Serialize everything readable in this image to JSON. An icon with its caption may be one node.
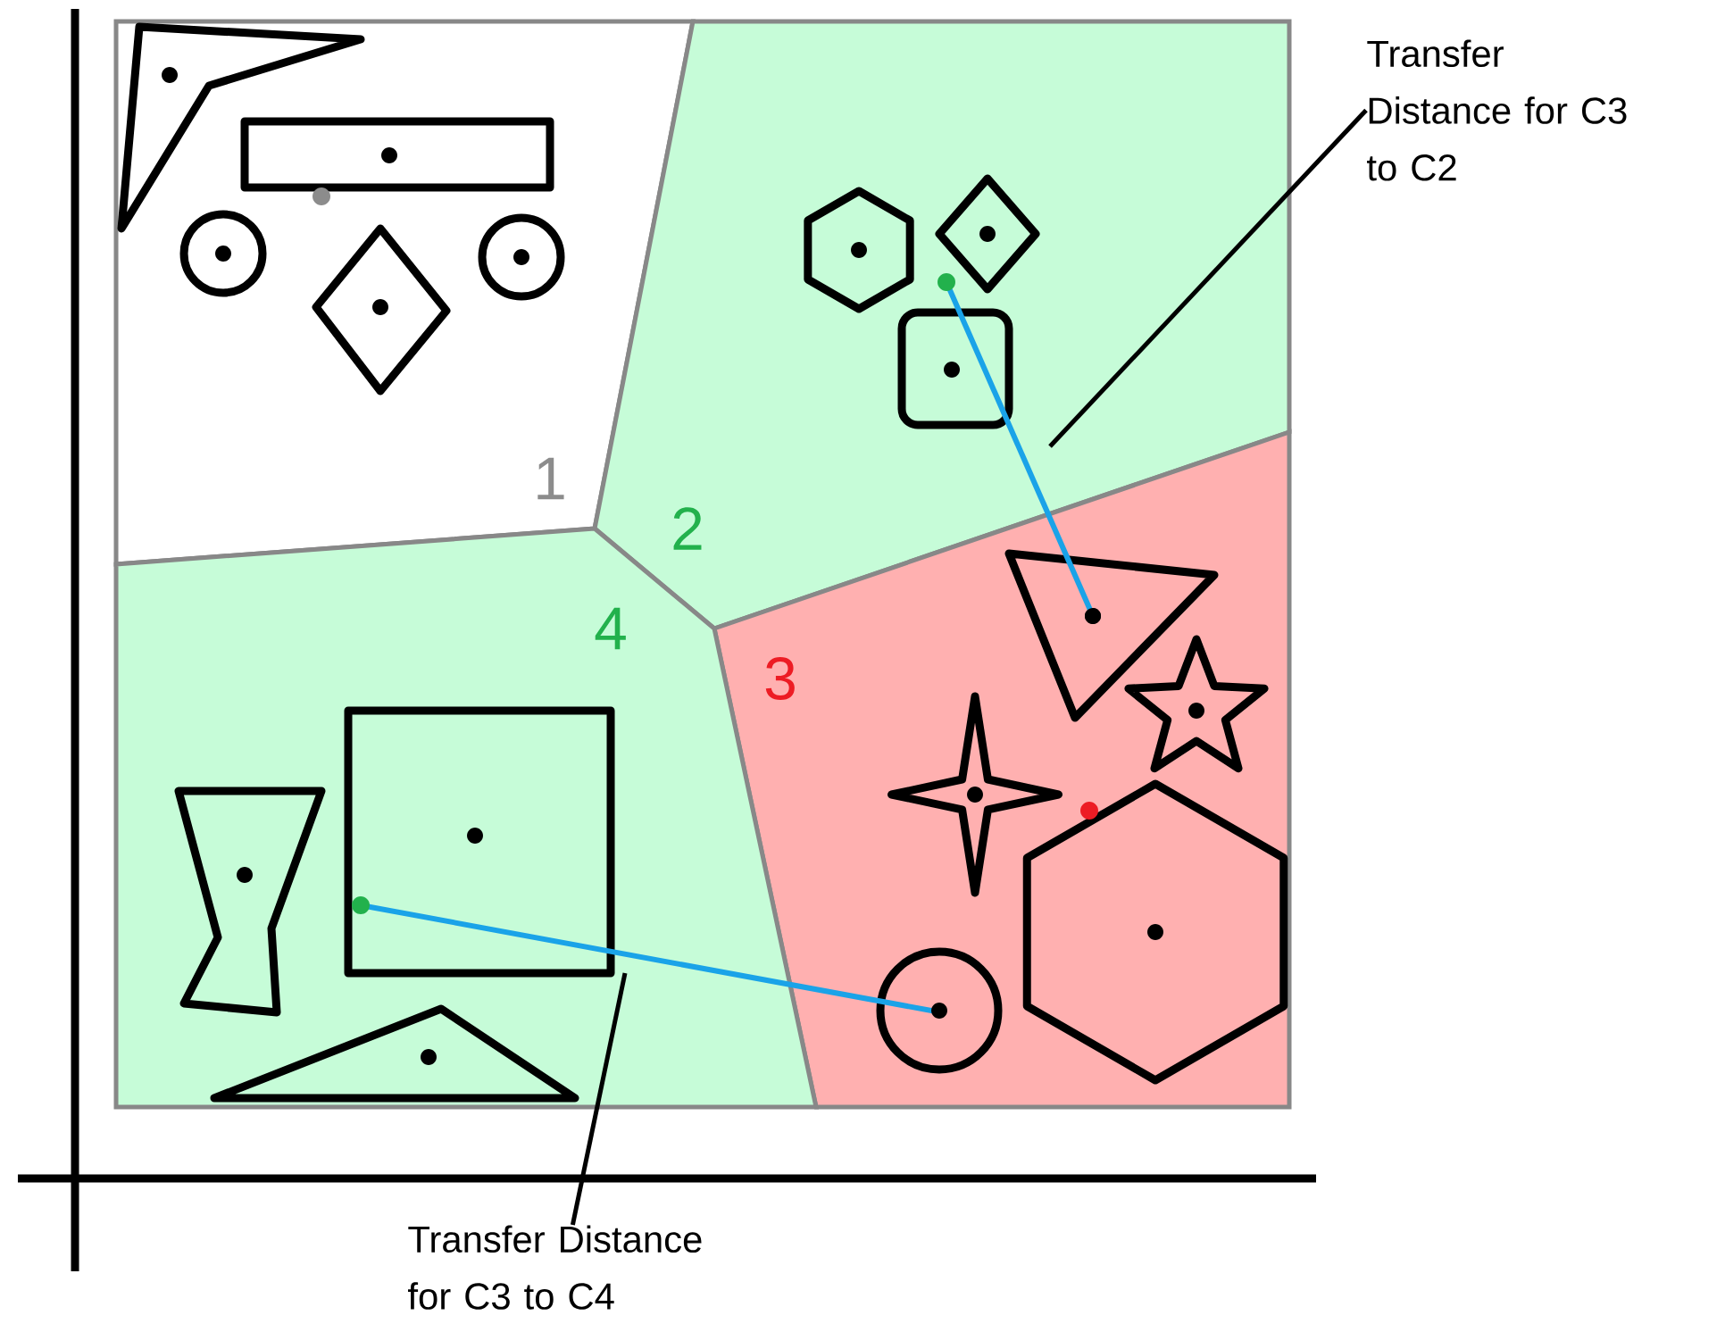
{
  "diagram": {
    "nodes": [
      {
        "text": [
          "1"
        ]
      },
      {
        "text": [
          "2"
        ]
      },
      {
        "text": [
          "3"
        ]
      },
      {
        "text": [
          "4"
        ]
      },
      {
        "text": [
          "Transfer Distance for C3 to C2"
        ]
      },
      {
        "text": [
          "Transfer Distance for C3 to C4"
        ]
      }
    ],
    "edges": [
      {
        "from": 4,
        "to": null,
        "arrow": "none"
      },
      {
        "from": 5,
        "to": null,
        "arrow": "none"
      }
    ]
  }
}
